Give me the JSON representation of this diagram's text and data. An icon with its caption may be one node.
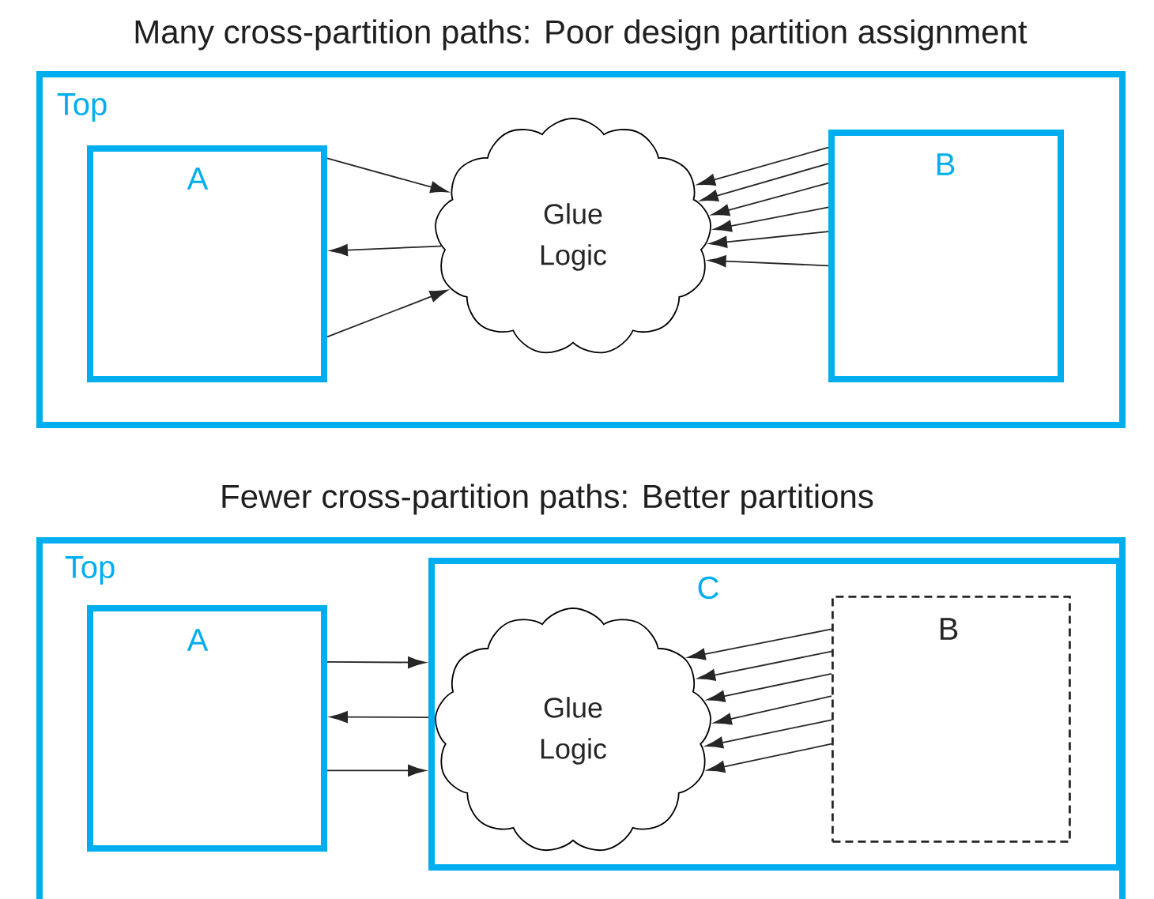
{
  "diagram": {
    "nodes": [
      {
        "text": [
          "Top"
        ]
      },
      {
        "text": [
          "A"
        ],
        "in": 0
      },
      {
        "text": [
          "Glue Logic"
        ],
        "in": 0
      },
      {
        "text": [
          "B"
        ],
        "in": 0
      },
      {
        "text": [
          "Top"
        ]
      },
      {
        "text": [
          "A"
        ],
        "in": 4
      },
      {
        "text": [
          "C"
        ],
        "in": 4
      },
      {
        "text": [
          "Glue Logic"
        ],
        "in": 6
      },
      {
        "text": [
          "B"
        ],
        "in": 6
      }
    ],
    "edges": [
      {
        "from": 1,
        "to": 2,
        "arrow": "to"
      },
      {
        "from": 2,
        "to": 1,
        "arrow": "to"
      },
      {
        "from": 1,
        "to": 2,
        "arrow": "to"
      },
      {
        "from": 3,
        "to": 2,
        "arrow": "to"
      },
      {
        "from": 3,
        "to": 2,
        "arrow": "to"
      },
      {
        "from": 3,
        "to": 2,
        "arrow": "to"
      },
      {
        "from": 3,
        "to": 2,
        "arrow": "to"
      },
      {
        "from": 3,
        "to": 2,
        "arrow": "to"
      },
      {
        "from": 3,
        "to": 2,
        "arrow": "to"
      },
      {
        "from": 5,
        "to": 6,
        "arrow": "to"
      },
      {
        "from": 6,
        "to": 5,
        "arrow": "to"
      },
      {
        "from": 5,
        "to": 6,
        "arrow": "to"
      },
      {
        "from": 8,
        "to": 7,
        "arrow": "to"
      },
      {
        "from": 8,
        "to": 7,
        "arrow": "to"
      },
      {
        "from": 8,
        "to": 7,
        "arrow": "to"
      },
      {
        "from": 8,
        "to": 7,
        "arrow": "to"
      },
      {
        "from": 8,
        "to": 7,
        "arrow": "to"
      },
      {
        "from": 8,
        "to": 7,
        "arrow": "to"
      }
    ],
    "labels": [
      "Many cross-partition paths: Poor design partition assignment",
      "Fewer cross-partition paths: Better partitions"
    ]
  }
}
